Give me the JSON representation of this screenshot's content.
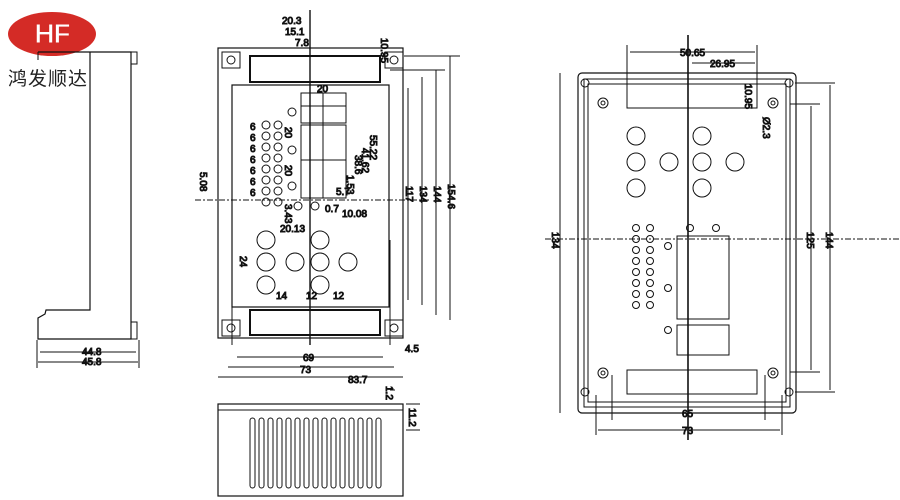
{
  "brand": {
    "logo_text": "HF",
    "company_name": "鸿发顺达",
    "color": "#d42b26"
  },
  "views": {
    "side": {
      "dims": {
        "inner_width": "44.8",
        "outer_width": "45.8"
      }
    },
    "front": {
      "dims": {
        "d20_3": "20.3",
        "d15_1": "15.1",
        "d7_8": "7.8",
        "d10_95": "10.95",
        "d20_top": "20",
        "d55_22": "55.22",
        "d41_62": "41.62",
        "d38_6": "38.6",
        "d1_53": "1.53",
        "d5_7": "5.7",
        "d20_a": "20",
        "d20_b": "20",
        "d5_08": "5.08",
        "d3_43": "3.43",
        "d0_7": "0.7",
        "d10_08": "10.08",
        "d20_13": "20.13",
        "d24": "24",
        "d14": "14",
        "d12_a": "12",
        "d12_b": "12",
        "d117": "117",
        "d134": "134",
        "d144": "144",
        "d154_6": "154.6",
        "d69": "69",
        "d73": "73",
        "d83_7": "83.7",
        "d4_5": "4.5",
        "pitch_labels": [
          "6",
          "6",
          "6",
          "6",
          "6",
          "6",
          "6"
        ]
      }
    },
    "bottom": {
      "dims": {
        "d1_2": "1.2",
        "d11_2": "11.2"
      }
    },
    "back": {
      "dims": {
        "d50_65": "50.65",
        "d26_95": "26.95",
        "d10_95": "10.95",
        "d2_3": "Ø2.3",
        "d134": "134",
        "d144": "144",
        "d125": "125",
        "d65": "65",
        "d73": "73"
      }
    }
  }
}
